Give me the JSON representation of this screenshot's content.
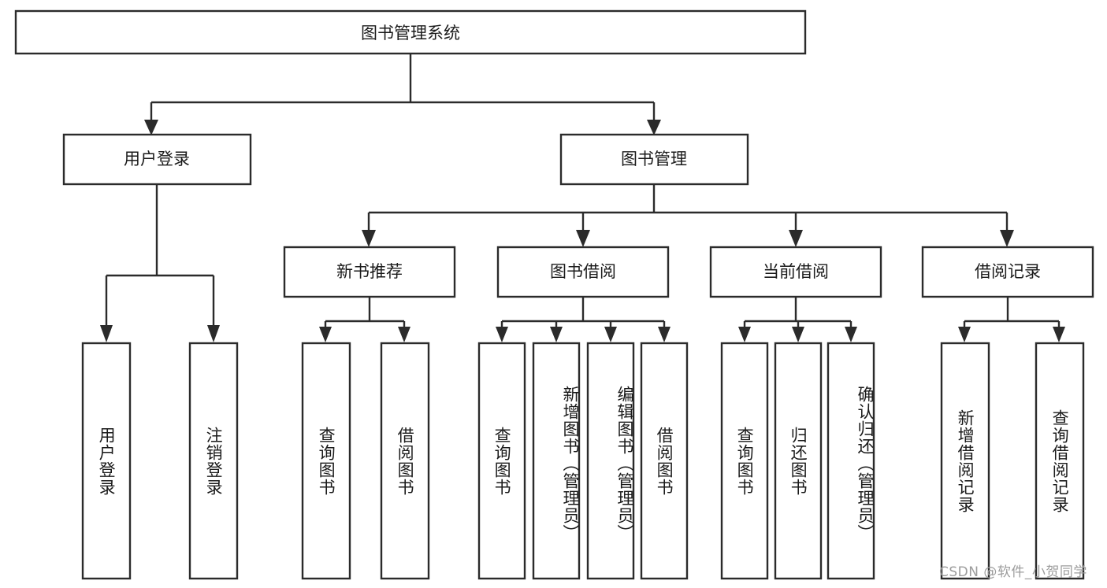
{
  "diagram": {
    "type": "tree-hierarchy",
    "title": "图书管理系统",
    "root": {
      "label": "图书管理系统",
      "children": [
        {
          "label": "用户登录",
          "children": [
            {
              "label": "用户登录"
            },
            {
              "label": "注销登录"
            }
          ]
        },
        {
          "label": "图书管理",
          "children": [
            {
              "label": "新书推荐",
              "children": [
                {
                  "label": "查询图书"
                },
                {
                  "label": "借阅图书"
                }
              ]
            },
            {
              "label": "图书借阅",
              "children": [
                {
                  "label": "查询图书"
                },
                {
                  "label": "新增图书（管理员）"
                },
                {
                  "label": "编辑图书（管理员）"
                },
                {
                  "label": "借阅图书"
                }
              ]
            },
            {
              "label": "当前借阅",
              "children": [
                {
                  "label": "查询图书"
                },
                {
                  "label": "归还图书"
                },
                {
                  "label": "确认归还（管理员）"
                }
              ]
            },
            {
              "label": "借阅记录",
              "children": [
                {
                  "label": "新增借阅记录"
                },
                {
                  "label": "查询借阅记录"
                }
              ]
            }
          ]
        }
      ]
    },
    "nodes": {
      "root": "图书管理系统",
      "user_login": "用户登录",
      "book_manage": "图书管理",
      "new_book_rec": "新书推荐",
      "book_borrow": "图书借阅",
      "current_borrow": "当前借阅",
      "borrow_record": "借阅记录",
      "leaf_user_login": "用户登录",
      "leaf_logout": "注销登录",
      "leaf_rec_query": "查询图书",
      "leaf_rec_borrow": "借阅图书",
      "leaf_borrow_query": "查询图书",
      "leaf_borrow_add": "新增图书（管理员）",
      "leaf_borrow_edit": "编辑图书（管理员）",
      "leaf_borrow_borrow": "借阅图书",
      "leaf_cur_query": "查询图书",
      "leaf_cur_return": "归还图书",
      "leaf_cur_confirm": "确认归还（管理员）",
      "leaf_rec_add": "新增借阅记录",
      "leaf_rec_query2": "查询借阅记录"
    },
    "colors": {
      "stroke": "#2b2b2b",
      "fill": "#ffffff",
      "text": "#1a1a1a",
      "watermark": "#9c9c9c",
      "background": "#ffffff"
    }
  },
  "watermark": {
    "text": "CSDN @软件_小贺同学"
  }
}
